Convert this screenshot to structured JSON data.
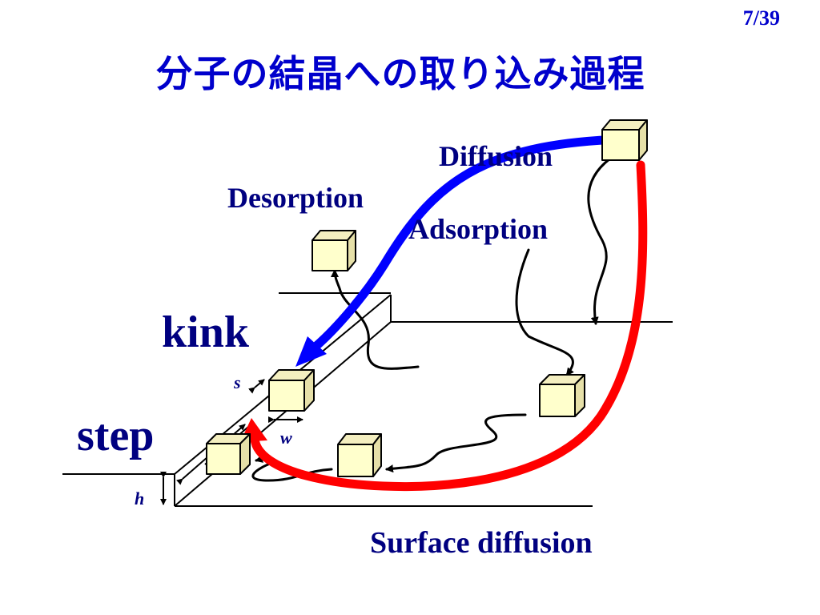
{
  "page": "7/39",
  "title": "分子の結晶への取り込み過程",
  "labels": {
    "diffusion": "Diffusion",
    "desorption": "Desorption",
    "adsorption": "Adsorption",
    "kink": "kink",
    "step": "step",
    "surface_diffusion": "Surface diffusion",
    "s": "s",
    "w": "w",
    "h": "h"
  },
  "colors": {
    "text": "#000080",
    "title": "#0000cc",
    "arrow_blue": "#0000ff",
    "arrow_red": "#ff0000",
    "cube_face": "#ffffcc",
    "cube_side": "#e6e0a8"
  }
}
